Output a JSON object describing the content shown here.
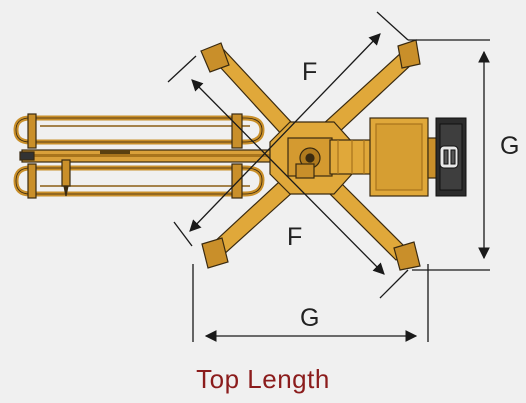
{
  "labels": {
    "f_upper": "F",
    "f_lower": "F",
    "g_right": "G",
    "g_bottom": "G"
  },
  "caption": "Top Length",
  "colors": {
    "background": "#f0f0f0",
    "machine_yellow": "#e0a83a",
    "machine_yellow_dark": "#a8741c",
    "outline": "#3a2a10",
    "dimension_line": "#1a1a1a",
    "caption": "#8b1c1c"
  },
  "icons": {
    "machine": "concrete-pump-top-view-icon"
  }
}
